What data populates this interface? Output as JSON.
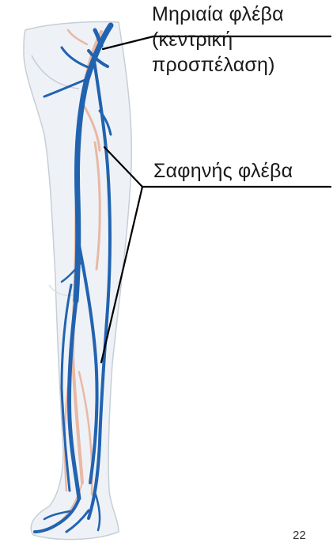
{
  "labels": {
    "femoral_vein": {
      "line1": "Μηριαία φλέβα",
      "line2": "(κεντρική",
      "line3": "προσπέλαση)"
    },
    "saphenous_vein": "Σαφηνής φλέβα"
  },
  "page_number": "22",
  "colors": {
    "vein": "#2263b0",
    "artery": "#e9b8a4",
    "skin": "#eef2f6",
    "outline": "#c6ced6",
    "leader_line": "#000000"
  }
}
